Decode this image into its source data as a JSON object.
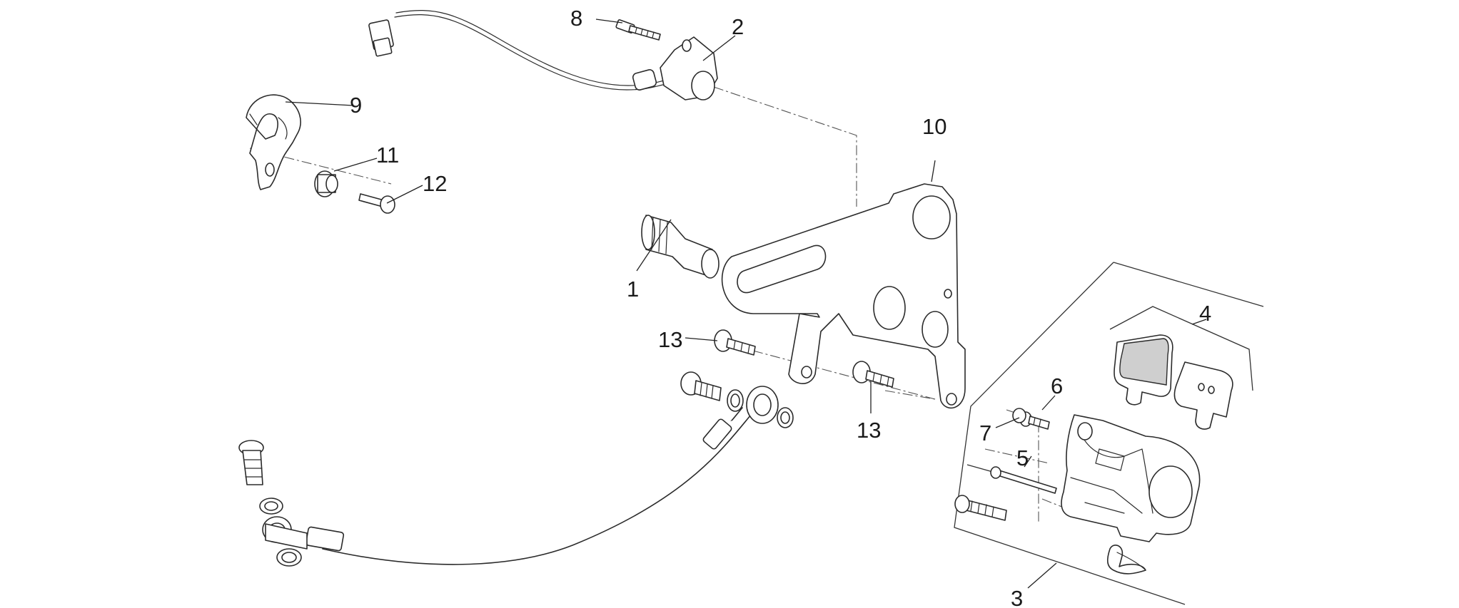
{
  "callouts": [
    {
      "id": "c1",
      "label": "1"
    },
    {
      "id": "c2",
      "label": "2"
    },
    {
      "id": "c3",
      "label": "3"
    },
    {
      "id": "c4",
      "label": "4"
    },
    {
      "id": "c5",
      "label": "5"
    },
    {
      "id": "c6",
      "label": "6"
    },
    {
      "id": "c7",
      "label": "7"
    },
    {
      "id": "c8",
      "label": "8"
    },
    {
      "id": "c9",
      "label": "9"
    },
    {
      "id": "c10",
      "label": "10"
    },
    {
      "id": "c11",
      "label": "11"
    },
    {
      "id": "c12",
      "label": "12"
    },
    {
      "id": "c13a",
      "label": "13"
    },
    {
      "id": "c13b",
      "label": "13"
    }
  ]
}
